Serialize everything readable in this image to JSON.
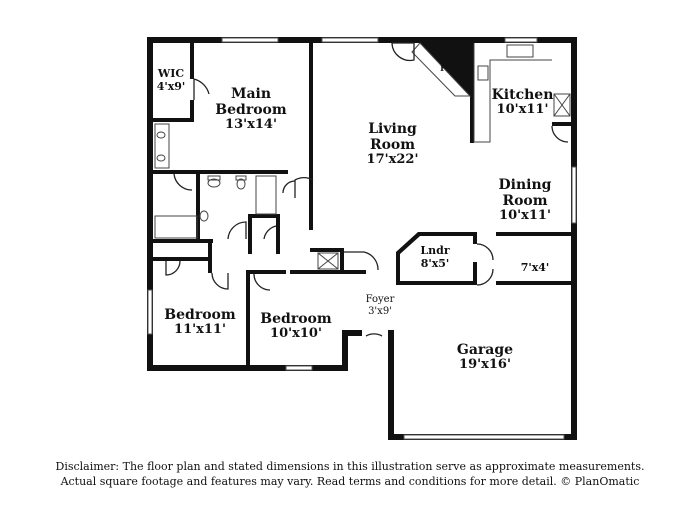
{
  "rooms": [
    {
      "id": "wic",
      "name": "WIC",
      "dims": "4'x9'"
    },
    {
      "id": "main-bedroom",
      "name": "Main Bedroom",
      "dims": "13'x14'"
    },
    {
      "id": "living-room",
      "name": "Living Room",
      "dims": "17'x22'"
    },
    {
      "id": "kitchen",
      "name": "Kitchen",
      "dims": "10'x11'"
    },
    {
      "id": "dining-room",
      "name": "Dining Room",
      "dims": "10'x11'"
    },
    {
      "id": "laundry",
      "name": "Lndr",
      "dims": "8'x5'"
    },
    {
      "id": "storage",
      "name": "",
      "dims": "7'x4'"
    },
    {
      "id": "bedroom-2",
      "name": "Bedroom",
      "dims": "11'x11'"
    },
    {
      "id": "bedroom-3",
      "name": "Bedroom",
      "dims": "10'x10'"
    },
    {
      "id": "foyer",
      "name": "Foyer",
      "dims": "3'x9'"
    },
    {
      "id": "garage",
      "name": "Garage",
      "dims": "19'x16'"
    }
  ],
  "fireplace_label": "FP",
  "disclaimer": {
    "line1": "Disclaimer: The floor plan and stated dimensions in this illustration serve as approximate measurements.",
    "line2": "Actual square footage and features may vary. Read terms and conditions for more detail. © PlanOmatic"
  }
}
